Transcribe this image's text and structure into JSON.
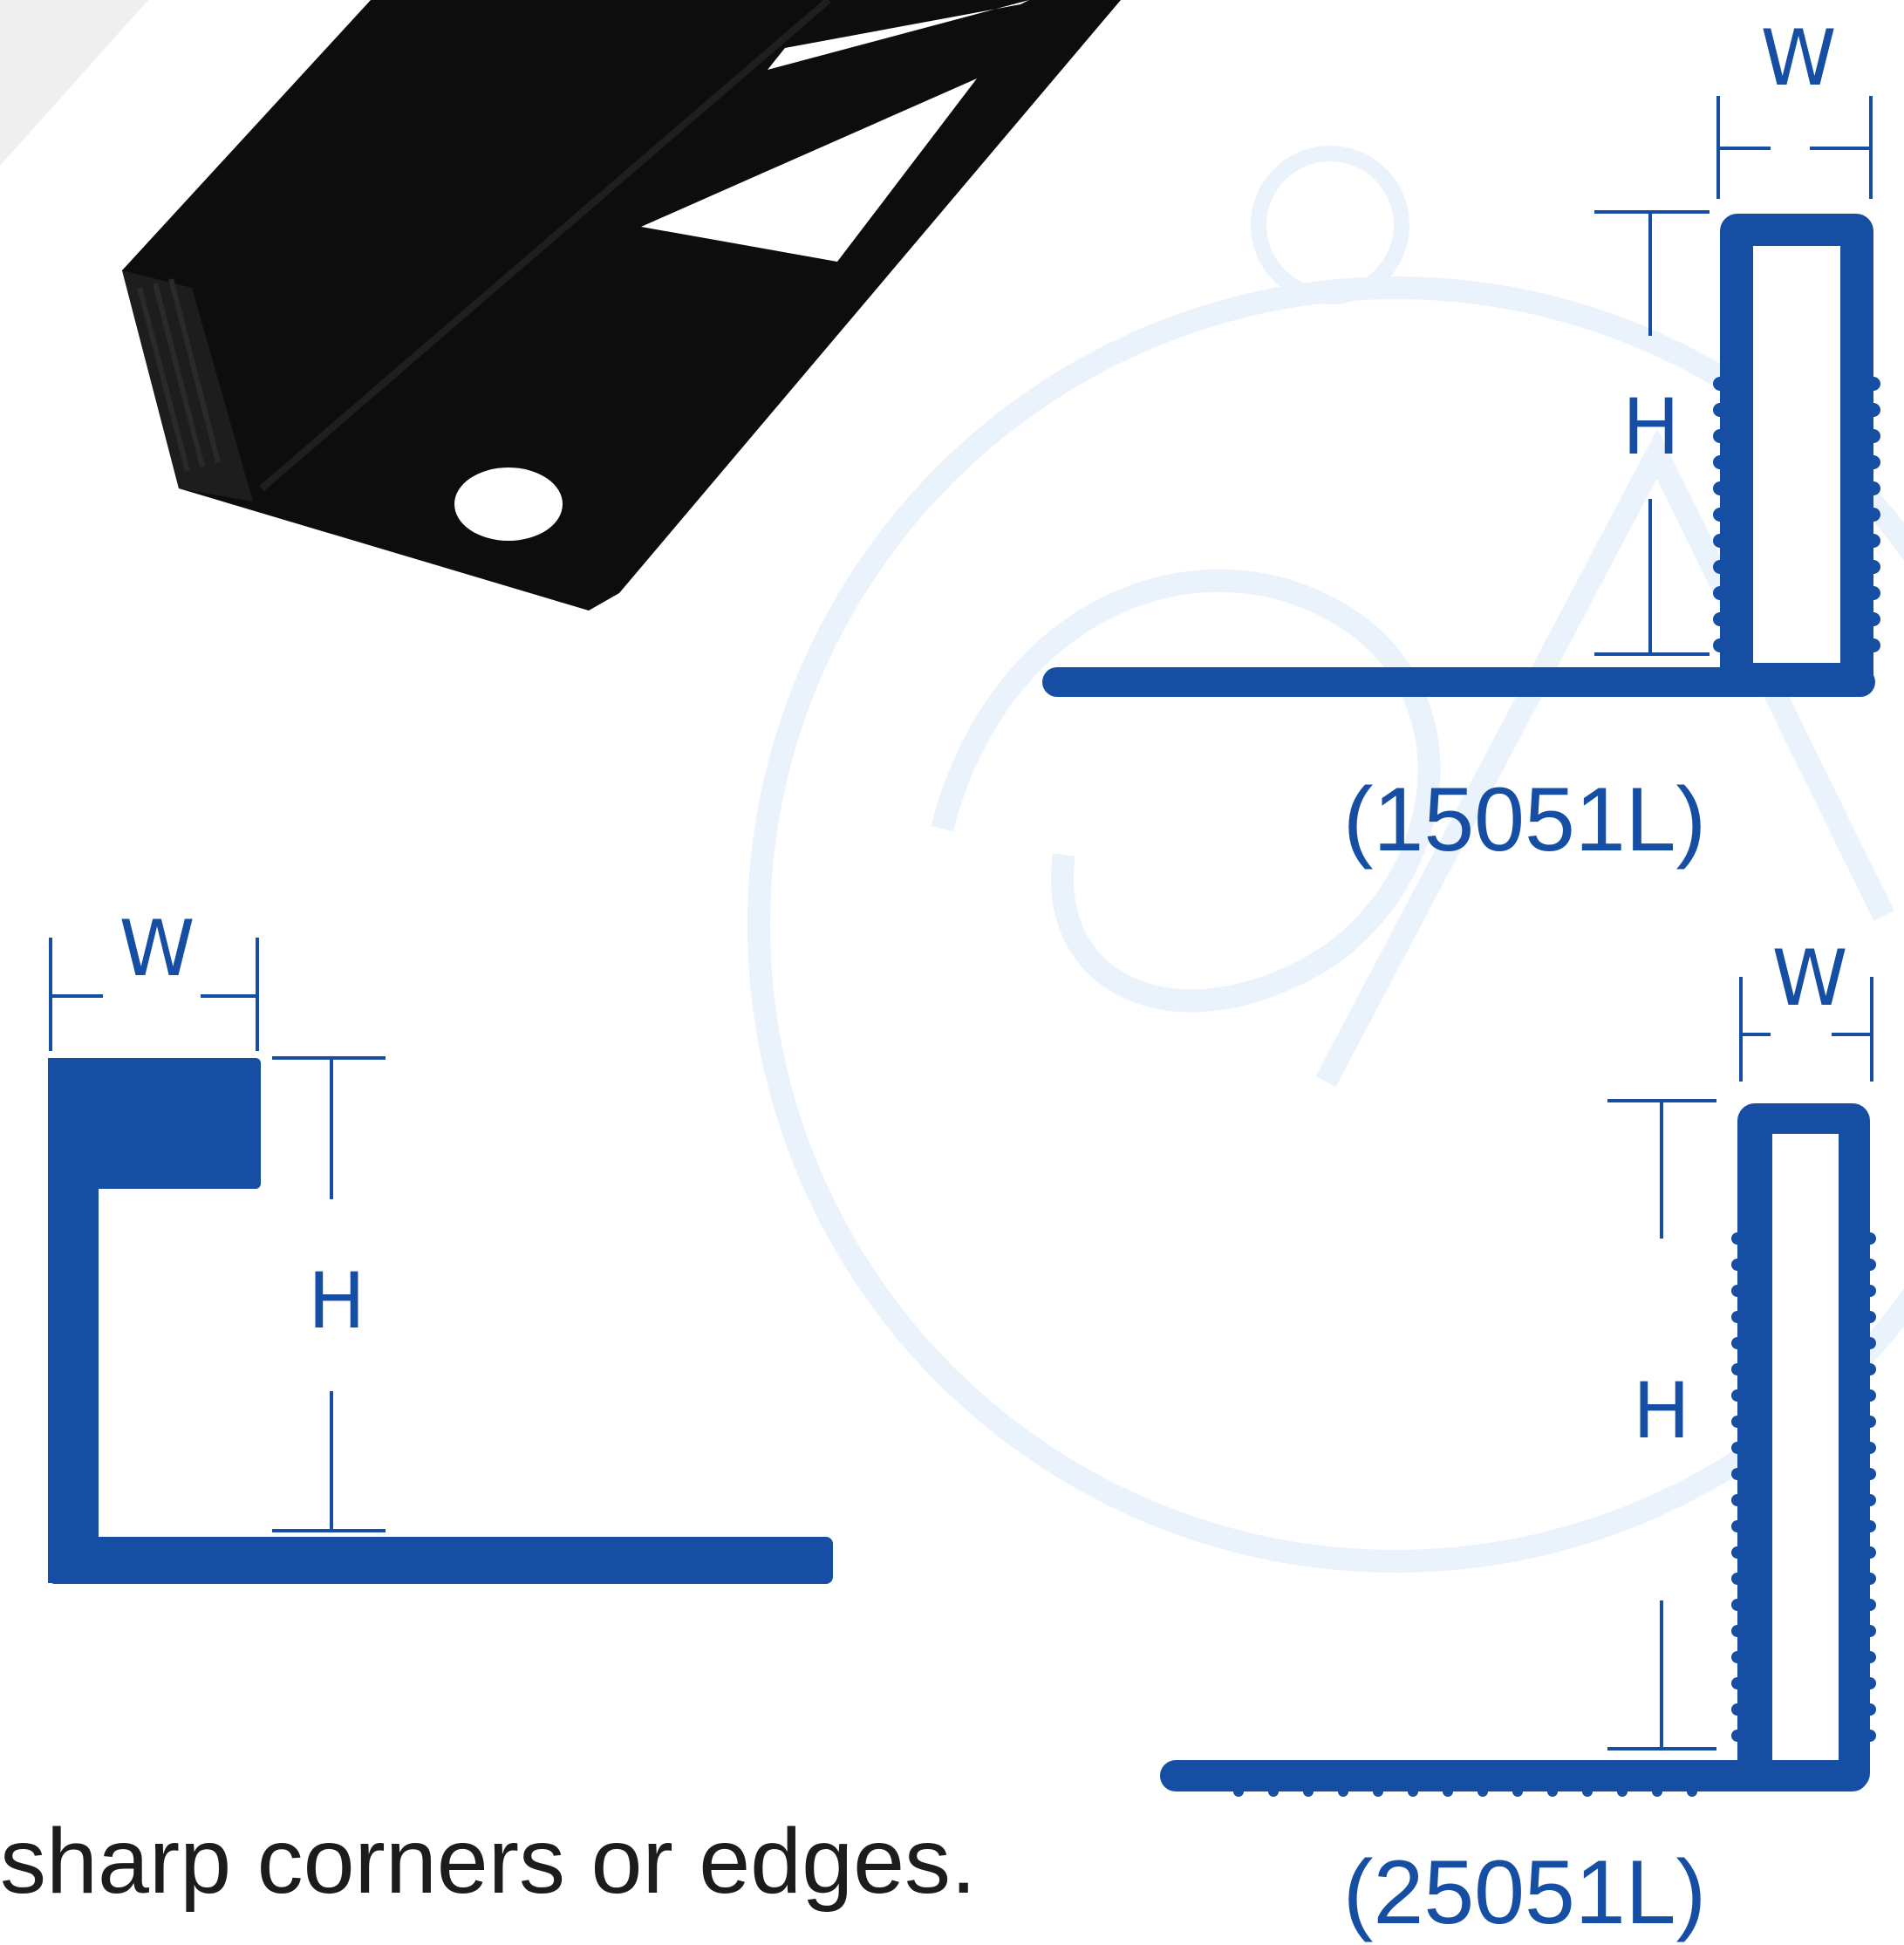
{
  "colors": {
    "profile_blue": "#164ea3",
    "watermark": "#eaf2fb",
    "product_black": "#0c0c0c"
  },
  "profiles": {
    "top_right": {
      "code": "(15051L)",
      "width_label": "W",
      "height_label": "H"
    },
    "left": {
      "width_label": "W",
      "height_label": "H"
    },
    "bottom_right": {
      "code": "(25051L)",
      "width_label": "W",
      "height_label": "H"
    }
  },
  "tagline": {
    "line1": "sharp corners or edges.",
    "line2": "…"
  }
}
